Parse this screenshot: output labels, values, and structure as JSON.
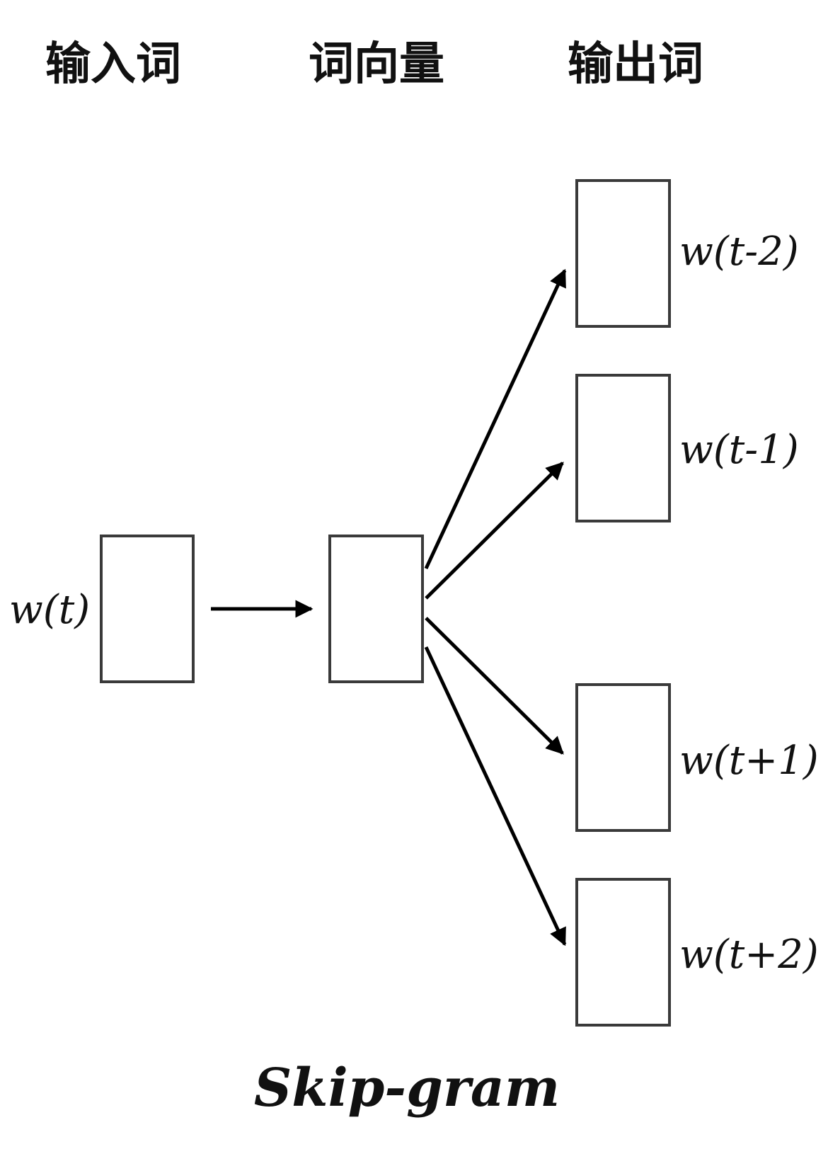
{
  "headers": {
    "input": "输入词",
    "vector": "词向量",
    "output": "输出词"
  },
  "labels": {
    "input_word": "w(t)",
    "output_words": [
      "w(t-2)",
      "w(t-1)",
      "w(t+1)",
      "w(t+2)"
    ]
  },
  "caption": "Skip-gram",
  "colors": {
    "box_stroke": "#3a3a3a",
    "arrow": "#000000",
    "text": "#111111"
  }
}
